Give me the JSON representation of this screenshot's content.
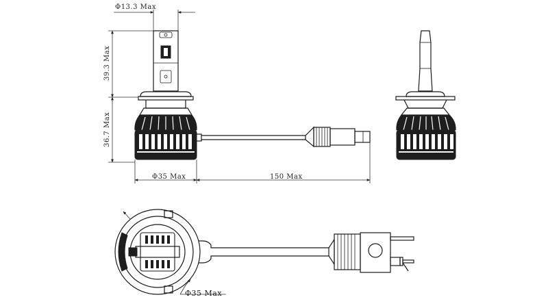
{
  "dimensions": {
    "top_diameter": "Φ13.3 Max",
    "height_upper": "39.3 Max",
    "height_lower": "36.7 Max",
    "base_diameter": "Φ35 Max",
    "cable_length": "150 Max",
    "bottom_diameter": "Φ35 Max"
  },
  "colors": {
    "line": "#1a1a1a",
    "fill": "#1e1e1e",
    "background": "#ffffff"
  }
}
